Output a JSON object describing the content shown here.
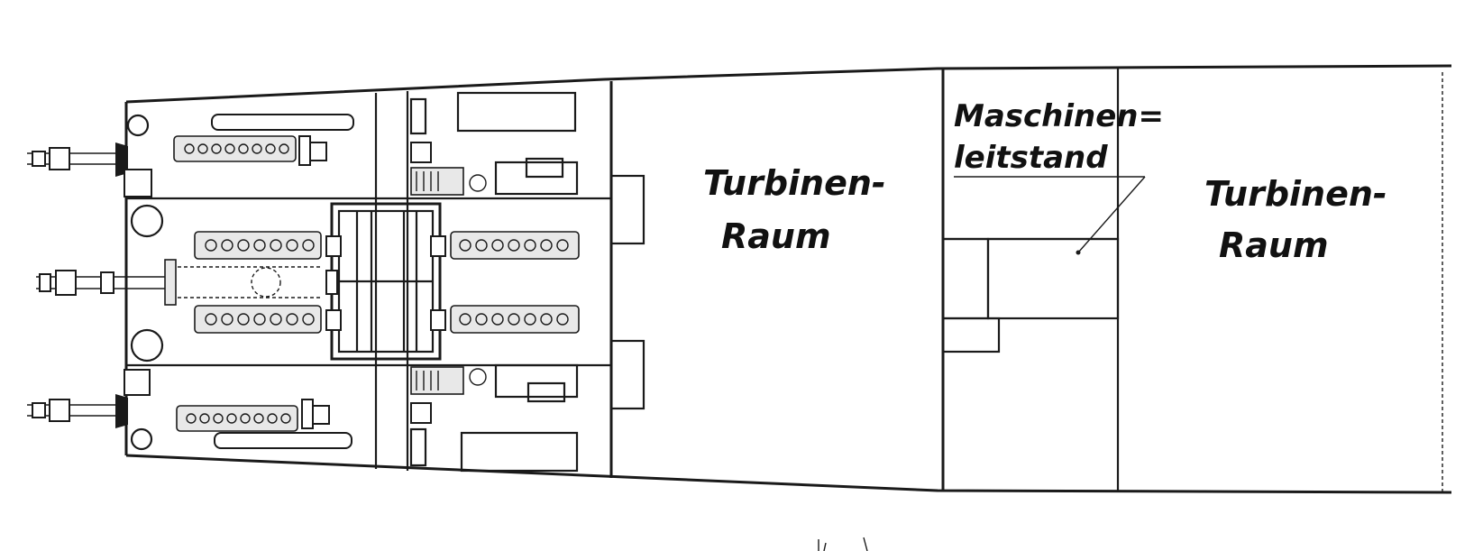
{
  "labels": {
    "turbine_room_1_line1": "Turbinen-",
    "turbine_room_1_line2": "Raum",
    "control_station_line1": "Maschinen=",
    "control_station_line2": "leitstand",
    "turbine_room_2_line1": "Turbinen-",
    "turbine_room_2_line2": "Raum"
  }
}
